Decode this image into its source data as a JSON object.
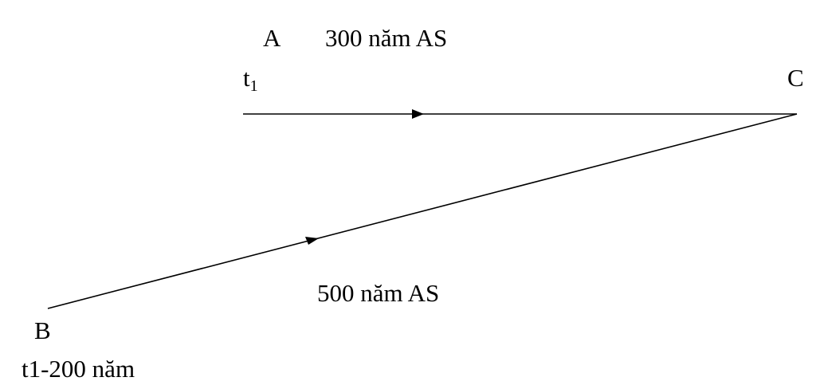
{
  "labels": {
    "point_a": "A",
    "distance_ac": "300 năm AS",
    "time_a": "t",
    "time_a_sub": "1",
    "point_c": "C",
    "distance_bc": "500 năm AS",
    "point_b": "B",
    "time_b": "t1-200 năm"
  },
  "colors": {
    "line": "#000000"
  }
}
